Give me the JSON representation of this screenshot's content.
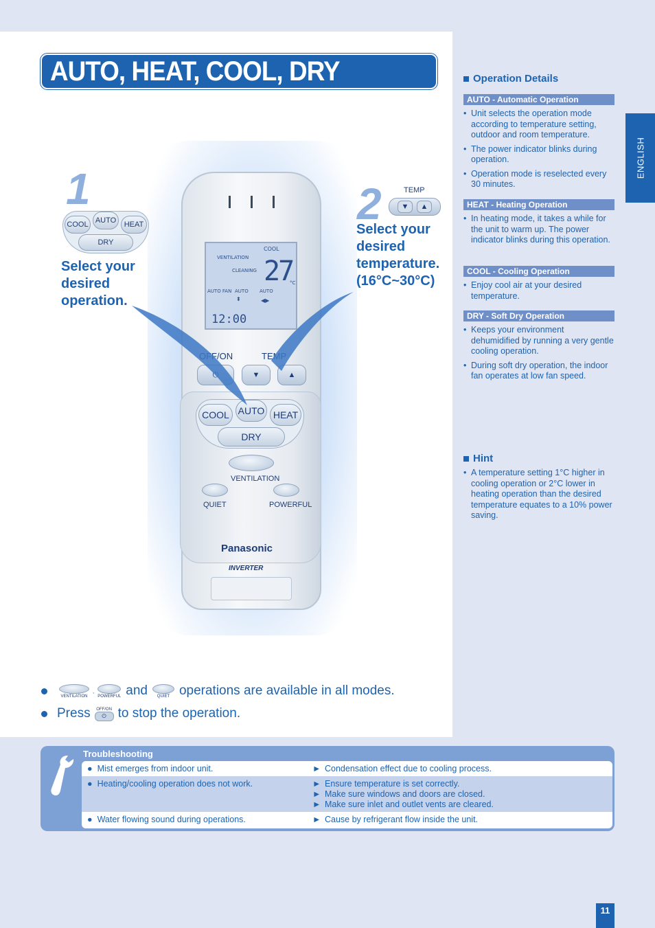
{
  "title": "AUTO, HEAT, COOL, DRY",
  "step1": {
    "number": "1",
    "buttons": {
      "cool": "COOL",
      "auto": "AUTO",
      "heat": "HEAT",
      "dry": "DRY"
    },
    "text": [
      "Select your",
      "desired",
      "operation."
    ]
  },
  "step2": {
    "number": "2",
    "temp_label": "TEMP",
    "text": [
      "Select your",
      "desired",
      "temperature.",
      "(16°C~30°C)"
    ]
  },
  "remote": {
    "lcd": {
      "cool": "COOL",
      "ventilation": "VENTILATION",
      "cleaning": "CLEANING",
      "temperature": "27",
      "unit": "°C",
      "auto_fan": "AUTO FAN",
      "auto1": "AUTO",
      "auto2": "AUTO",
      "clock": "12:00"
    },
    "off_on": "OFF/ON",
    "temp": "TEMP",
    "cool": "COOL",
    "auto": "AUTO",
    "heat": "HEAT",
    "dry": "DRY",
    "ventilation": "VENTILATION",
    "quiet": "QUIET",
    "powerful": "POWERFUL",
    "brand": "Panasonic",
    "inverter": "INVERTER"
  },
  "notes": {
    "line1": {
      "ventilation": "VENTILATION",
      "powerful": "POWERFUL",
      "and": "and",
      "quiet": "QUIET",
      "suffix": "operations are available in all modes."
    },
    "line2": {
      "press": "Press",
      "offon": "OFF/ON",
      "suffix": "to stop the operation."
    }
  },
  "operation_details": {
    "heading": "Operation Details",
    "sections": [
      {
        "title": "AUTO - Automatic Operation",
        "items": [
          "Unit selects the operation mode according to temperature setting, outdoor and room temperature.",
          "The power indicator blinks during operation.",
          "Operation mode is reselected every 30 minutes."
        ]
      },
      {
        "title": "HEAT - Heating Operation",
        "items": [
          "In heating mode, it takes a while for the unit to warm up. The power indicator blinks during this operation."
        ]
      },
      {
        "title": "COOL - Cooling Operation",
        "items": [
          "Enjoy cool air at your desired temperature."
        ]
      },
      {
        "title": "DRY - Soft Dry Operation",
        "items": [
          "Keeps your environment dehumidified by running a very gentle cooling operation.",
          "During soft dry operation, the indoor fan operates at low fan speed."
        ]
      }
    ]
  },
  "hint": {
    "heading": "Hint",
    "text": "A temperature setting 1°C higher in cooling operation or 2°C lower in heating operation than the desired temperature equates to a 10% power saving."
  },
  "side_tab": "ENGLISH",
  "troubleshooting": {
    "title": "Troubleshooting",
    "rows": [
      {
        "problem": "Mist emerges from indoor unit.",
        "solutions": [
          "Condensation effect due to cooling process."
        ]
      },
      {
        "problem": "Heating/cooling operation does not work.",
        "solutions": [
          "Ensure temperature is set correctly.",
          "Make sure windows and doors are closed.",
          "Make sure inlet and outlet vents are cleared."
        ]
      },
      {
        "problem": "Water flowing sound during operations.",
        "solutions": [
          "Cause by refrigerant flow inside the unit."
        ]
      }
    ]
  },
  "page_number": "11",
  "colors": {
    "brand_blue": "#1d63b0",
    "section_bar": "#6f8fc8",
    "light_panel": "#c4d2ec",
    "page_bg": "#dfe5f2"
  }
}
